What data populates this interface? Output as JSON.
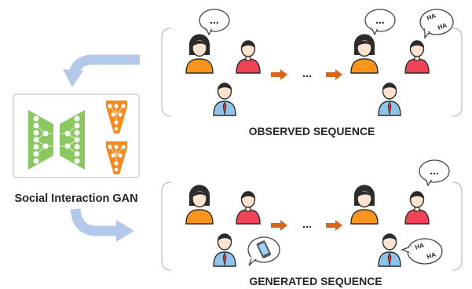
{
  "model": {
    "label": "Social Interaction GAN"
  },
  "sequences": {
    "observed": {
      "label": "OBSERVED SEQUENCE"
    },
    "generated": {
      "label": "GENERATED SEQUENCE"
    }
  },
  "bubbles": {
    "ellipsis": "...",
    "laugh": "HA"
  },
  "timeline": {
    "ellipsis": "..."
  },
  "colors": {
    "flow_arrow": "#b4c8ea",
    "time_arrow": "#d8661c",
    "generator": "#8cc861",
    "discriminator": "#f7891f",
    "woman_shirt": "#f7941d",
    "man_shirt": "#ef4458",
    "person3_shirt": "#8fc5ea",
    "hair": "#2b2b2b",
    "skin": "#fde3d0"
  }
}
